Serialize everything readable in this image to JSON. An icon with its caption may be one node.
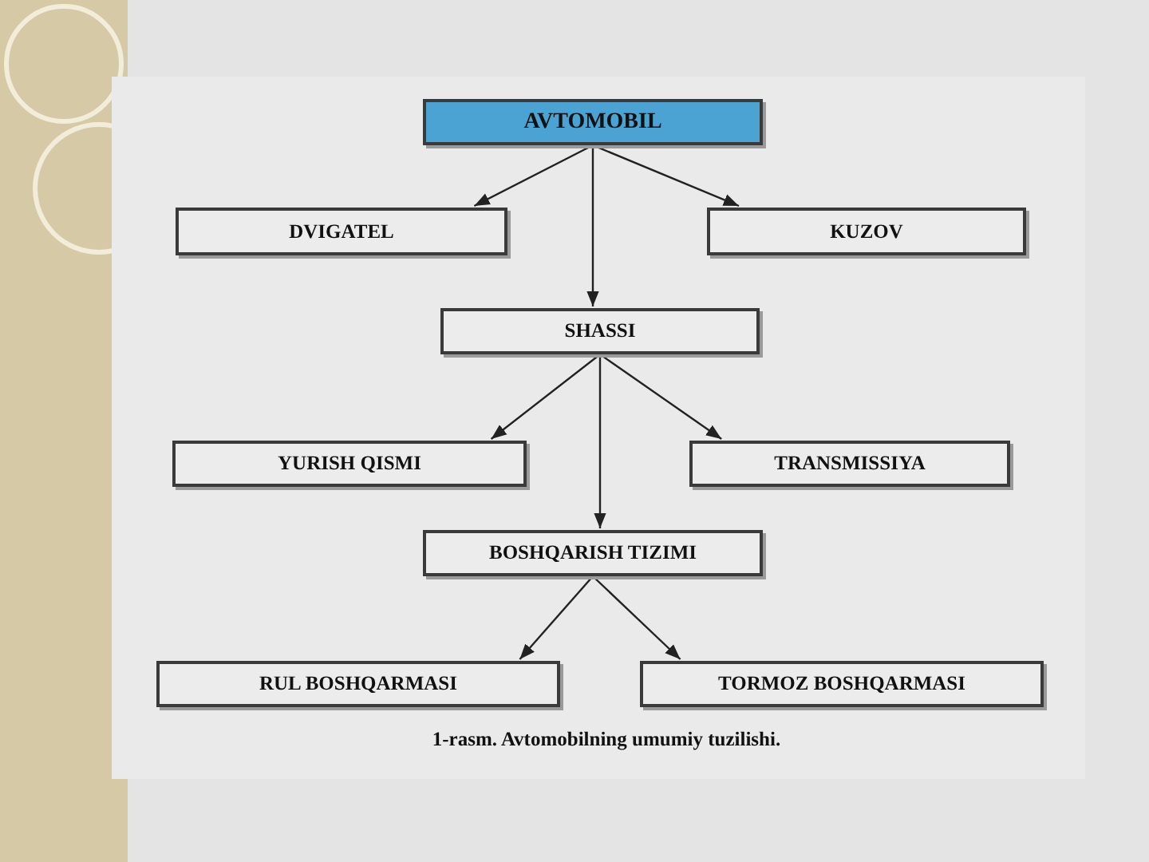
{
  "diagram": {
    "caption": "1-rasm. Avtomobilning umumiy tuzilishi.",
    "nodes": [
      {
        "text": [
          "AVTOMOBIL"
        ]
      },
      {
        "text": [
          "DVIGATEL"
        ]
      },
      {
        "text": [
          "KUZOV"
        ]
      },
      {
        "text": [
          "SHASSI"
        ]
      },
      {
        "text": [
          "YURISH QISMI"
        ]
      },
      {
        "text": [
          "TRANSMISSIYA"
        ]
      },
      {
        "text": [
          "BOSHQARISH TIZIMI"
        ]
      },
      {
        "text": [
          "RUL BOSHQARMASI"
        ]
      },
      {
        "text": [
          "TORMOZ BOSHQARMASI"
        ]
      }
    ],
    "edges": [
      {
        "from": 0,
        "to": 1,
        "arrow": "to"
      },
      {
        "from": 0,
        "to": 3,
        "arrow": "to"
      },
      {
        "from": 0,
        "to": 2,
        "arrow": "to"
      },
      {
        "from": 3,
        "to": 4,
        "arrow": "to"
      },
      {
        "from": 3,
        "to": 6,
        "arrow": "to"
      },
      {
        "from": 3,
        "to": 5,
        "arrow": "to"
      },
      {
        "from": 6,
        "to": 7,
        "arrow": "to"
      },
      {
        "from": 6,
        "to": 8,
        "arrow": "to"
      }
    ]
  }
}
